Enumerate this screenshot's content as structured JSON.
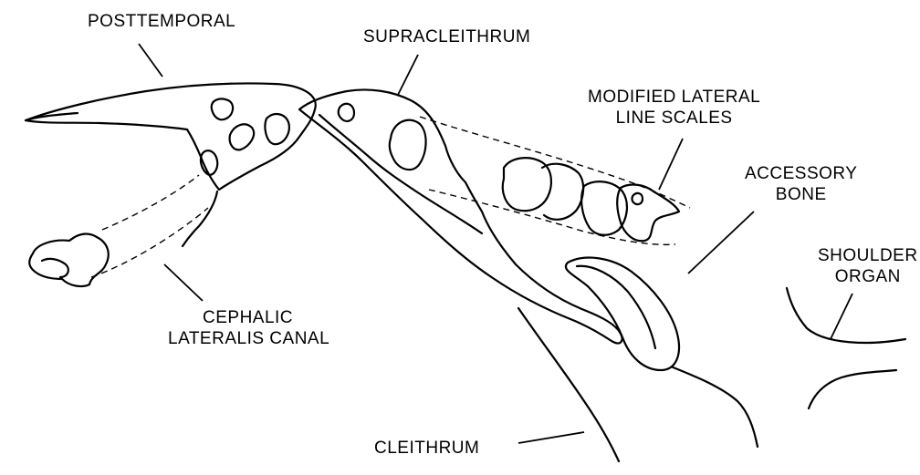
{
  "labels": {
    "posttemporal": "POSTTEMPORAL",
    "supracleithrum": "SUPRACLEITHRUM",
    "modified_lateral_line_scales": [
      "MODIFIED LATERAL",
      "LINE SCALES"
    ],
    "accessory_bone": [
      "ACCESSORY",
      "BONE"
    ],
    "shoulder_organ": [
      "SHOULDER",
      "ORGAN"
    ],
    "cephalic_lateralis_canal": [
      "CEPHALIC",
      "LATERALIS CANAL"
    ],
    "cleithrum": "CLEITHRUM"
  },
  "colors": {
    "ink": "#000000",
    "background": "#ffffff"
  }
}
